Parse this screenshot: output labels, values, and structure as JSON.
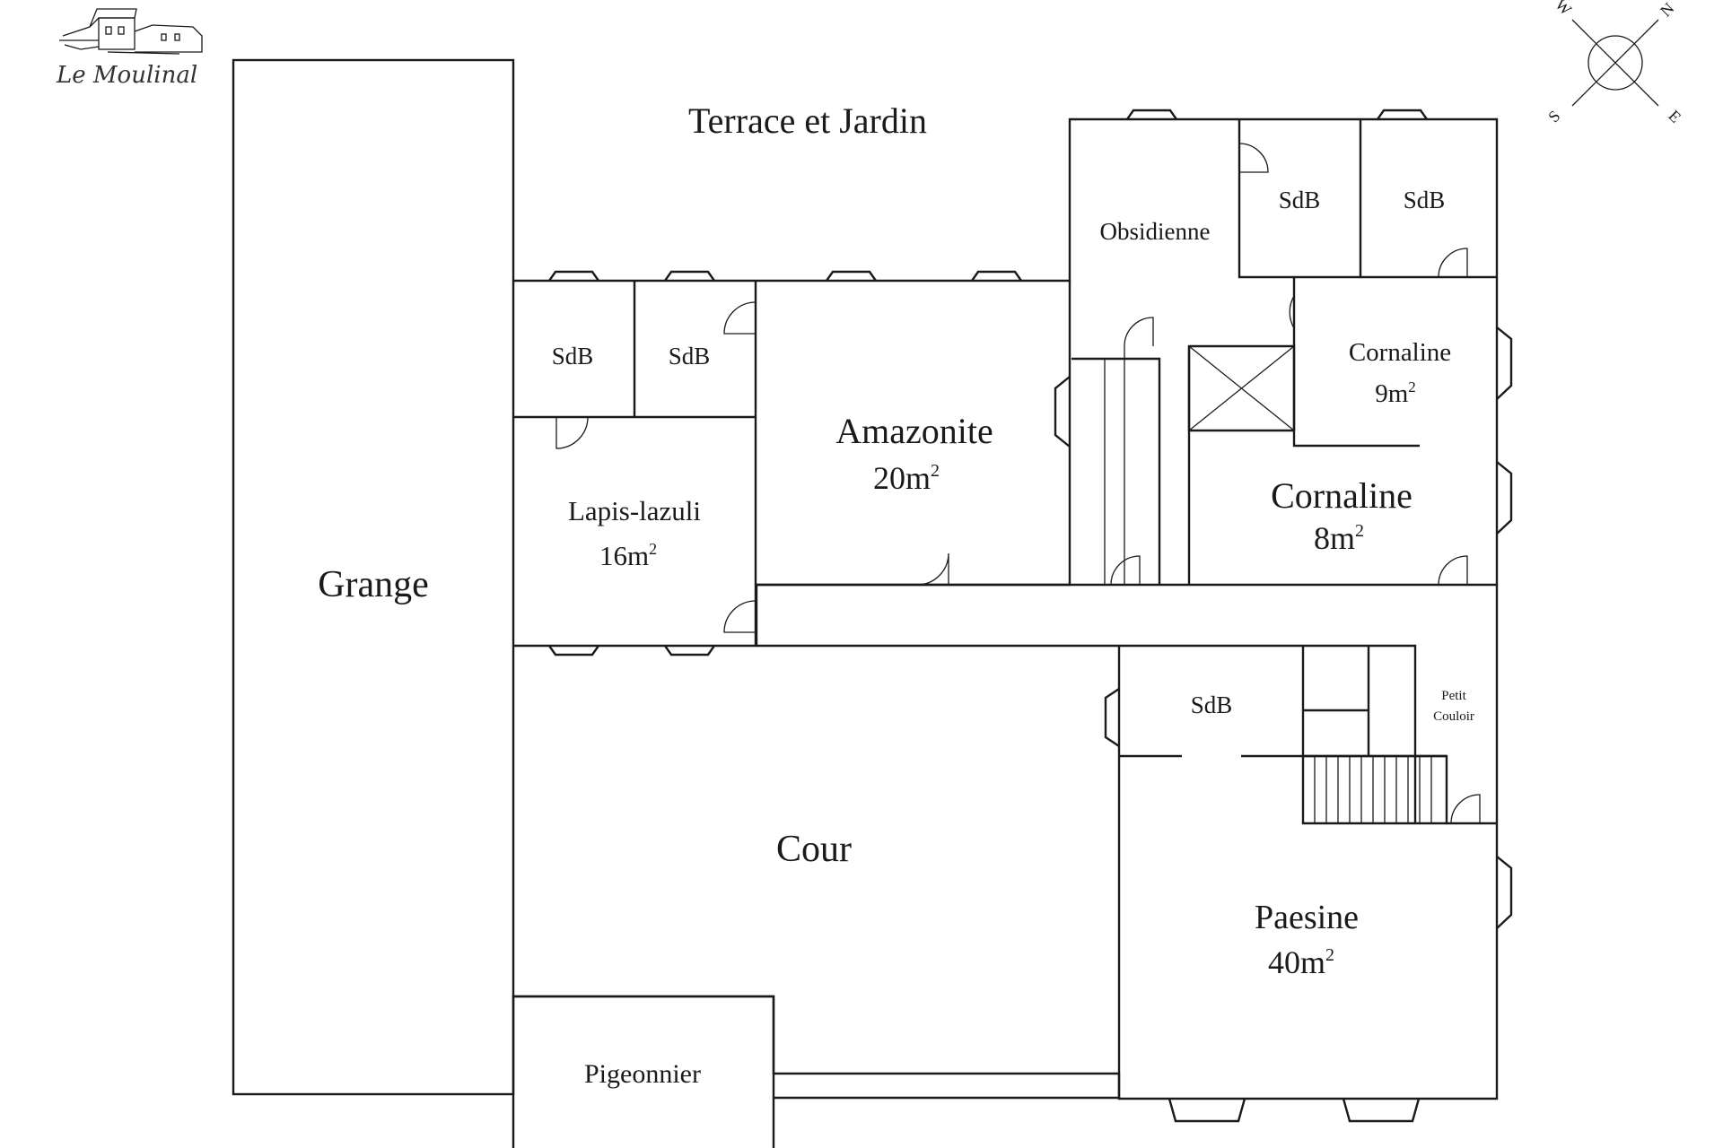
{
  "logo": {
    "text": "Le Moulinal"
  },
  "compass": {
    "n": "N",
    "e": "E",
    "s": "S",
    "w": "W"
  },
  "outside": {
    "terrace": "Terrace et Jardin"
  },
  "rooms": {
    "grange": {
      "name": "Grange"
    },
    "lapis": {
      "name": "Lapis-lazuli",
      "area": "16m"
    },
    "amazonite": {
      "name": "Amazonite",
      "area": "20m"
    },
    "obsidienne": {
      "name": "Obsidienne"
    },
    "cornaline_small": {
      "name": "Cornaline",
      "area": "9m"
    },
    "cornaline_large": {
      "name": "Cornaline",
      "area": "8m"
    },
    "cour": {
      "name": "Cour"
    },
    "pigeonnier": {
      "name": "Pigeonnier"
    },
    "paesine": {
      "name": "Paesine",
      "area": "40m"
    },
    "petit_couloir": {
      "line1": "Petit",
      "line2": "Couloir"
    },
    "sdb": "SdB"
  },
  "superscript": "2"
}
